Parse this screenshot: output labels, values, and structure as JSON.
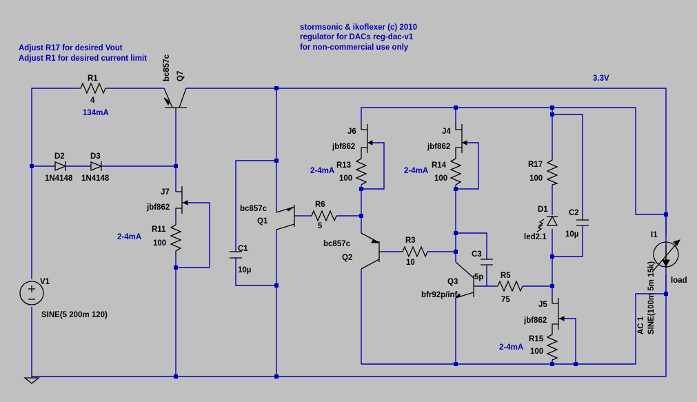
{
  "header": {
    "line1": "stormsonic & ikoflexer (c) 2010",
    "line2": "regulator for DACs reg-dac-v1",
    "line3": "for non-commercial use only"
  },
  "notes": {
    "adjust_vout": "Adjust R17 for desired Vout",
    "adjust_limit": "Adjust R1 for desired current limit"
  },
  "net_label": "3.3V",
  "components": {
    "r1": {
      "name": "R1",
      "value": "4",
      "current": "134mA"
    },
    "q7": {
      "name": "Q7",
      "model": "bc857c"
    },
    "d2": {
      "name": "D2",
      "model": "1N4148"
    },
    "d3": {
      "name": "D3",
      "model": "1N4148"
    },
    "j7": {
      "name": "J7",
      "model": "jbf862"
    },
    "r11": {
      "name": "R11",
      "value": "100",
      "current": "2-4mA"
    },
    "v1": {
      "name": "V1",
      "value": "SINE(5 200m 120)"
    },
    "c1": {
      "name": "C1",
      "value": "10µ"
    },
    "q1": {
      "name": "Q1",
      "model": "bc857c"
    },
    "r6": {
      "name": "R6",
      "value": "5"
    },
    "j6": {
      "name": "J6",
      "model": "jbf862"
    },
    "r13": {
      "name": "R13",
      "value": "100",
      "current": "2-4mA"
    },
    "q2": {
      "name": "Q2",
      "model": "bc857c"
    },
    "r3": {
      "name": "R3",
      "value": "10"
    },
    "j4": {
      "name": "J4",
      "model": "jbf862"
    },
    "r14": {
      "name": "R14",
      "value": "100",
      "current": "2-4mA"
    },
    "c3": {
      "name": "C3",
      "value": "5p"
    },
    "q3": {
      "name": "Q3",
      "model": "bfr92p/inf"
    },
    "r5": {
      "name": "R5",
      "value": "75"
    },
    "r17": {
      "name": "R17",
      "value": "100"
    },
    "d1": {
      "name": "D1",
      "model": "led2.1"
    },
    "c2": {
      "name": "C2",
      "value": "10µ"
    },
    "j5": {
      "name": "J5",
      "model": "jbf862"
    },
    "r15": {
      "name": "R15",
      "value": "100",
      "current": "2-4mA"
    },
    "i1": {
      "name": "I1",
      "label": "load",
      "ac": "AC 1",
      "value": "SINE(100m 5m 15k)"
    }
  }
}
